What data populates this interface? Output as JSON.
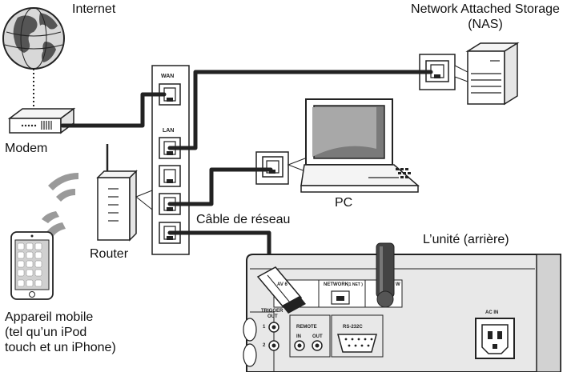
{
  "labels": {
    "internet": "Internet",
    "modem": "Modem",
    "router": "Router",
    "nas_line1": "Network Attached Storage",
    "nas_line2": "(NAS)",
    "pc": "PC",
    "cable": "Câble de réseau",
    "unit": "L’unité (arrière)",
    "mobile_line1": "Appareil mobile",
    "mobile_line2": "(tel qu’un iPod",
    "mobile_line3": "touch et un iPhone)"
  },
  "router_panel": {
    "wan": "WAN",
    "lan": "LAN"
  },
  "rear_panel": {
    "network": "NETWORK",
    "network_sub": "(1 NET )",
    "av": "AV 6",
    "trigger": "TRIGGER",
    "trigger_out": "OUT",
    "trigger_1": "1",
    "trigger_2": "2",
    "remote": "REMOTE",
    "remote_in": "IN",
    "remote_out": "OUT",
    "rs232c": "RS-232C",
    "ac_in": "AC IN",
    "wireless": "W"
  }
}
